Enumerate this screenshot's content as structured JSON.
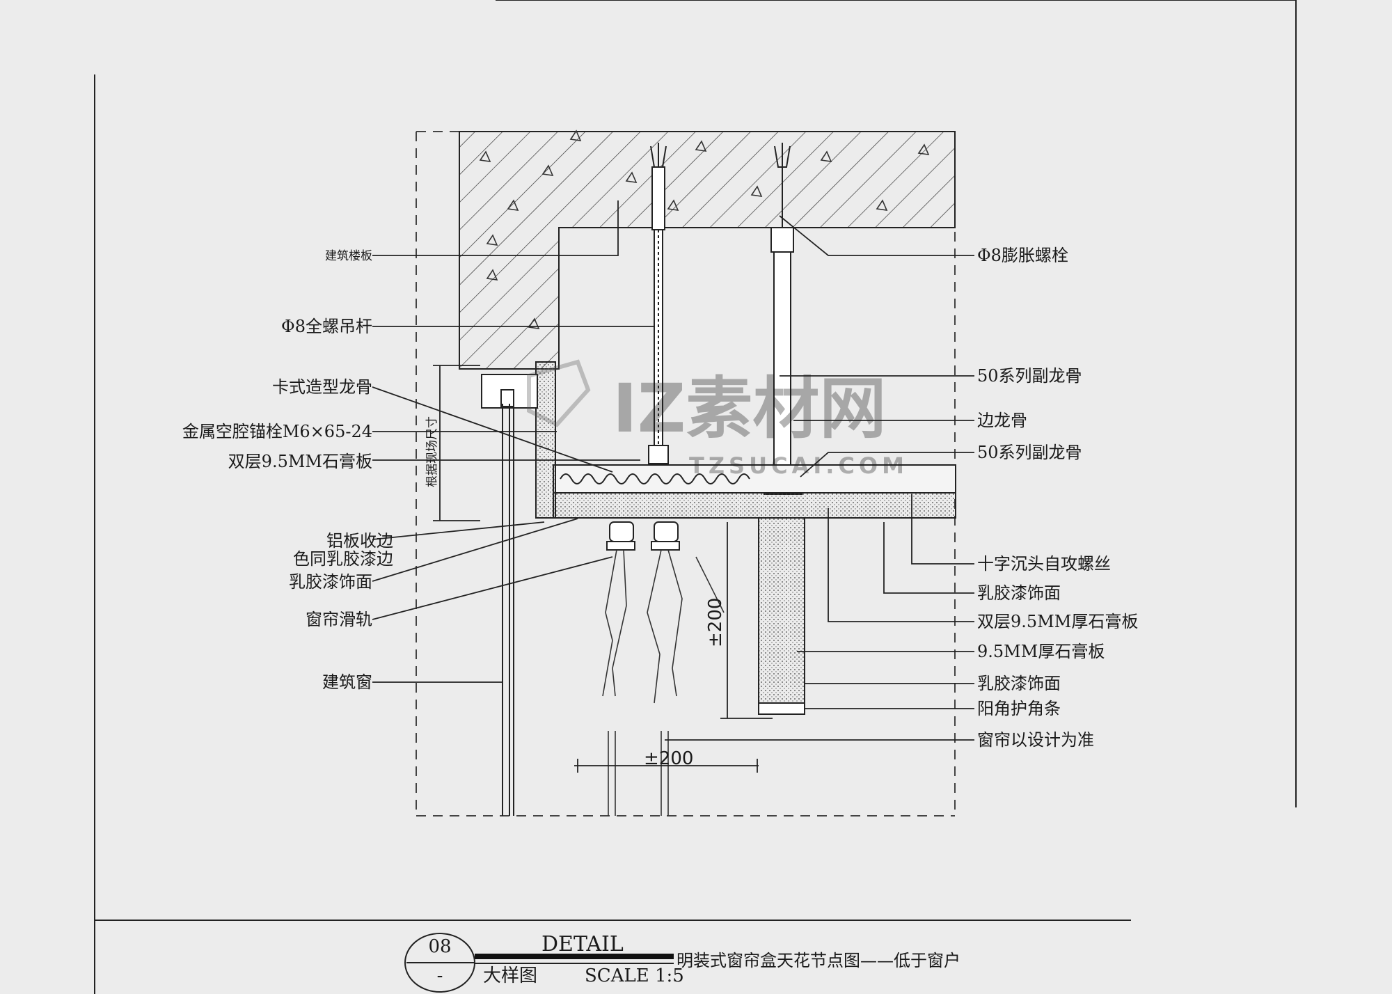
{
  "drawing": {
    "labels_left": [
      "建筑楼板",
      "Φ8全螺吊杆",
      "卡式造型龙骨",
      "金属空腔锚栓M6×65-24",
      "双层9.5MM石膏板",
      "铝板收边",
      "色同乳胶漆边",
      "乳胶漆饰面",
      "窗帘滑轨",
      "建筑窗"
    ],
    "labels_right": [
      "Φ8膨胀螺栓",
      "50系列副龙骨",
      "边龙骨",
      "50系列副龙骨",
      "十字沉头自攻螺丝",
      "乳胶漆饰面",
      "双层9.5MM厚石膏板",
      "9.5MM厚石膏板",
      "乳胶漆饰面",
      "阳角护角条",
      "窗帘以设计为准"
    ],
    "vertical_note": "根据现场尺寸",
    "dim_horizontal": "±200",
    "dim_vertical": "±200"
  },
  "watermark": {
    "brand": "IZ素材网",
    "url": "TZSUCAI.COM"
  },
  "title_block": {
    "number": "08",
    "sheet": "-",
    "detail": "DETAIL",
    "label_cn": "大样图",
    "scale": "SCALE 1:5",
    "title": "明装式窗帘盒天花节点图——低于窗户"
  }
}
